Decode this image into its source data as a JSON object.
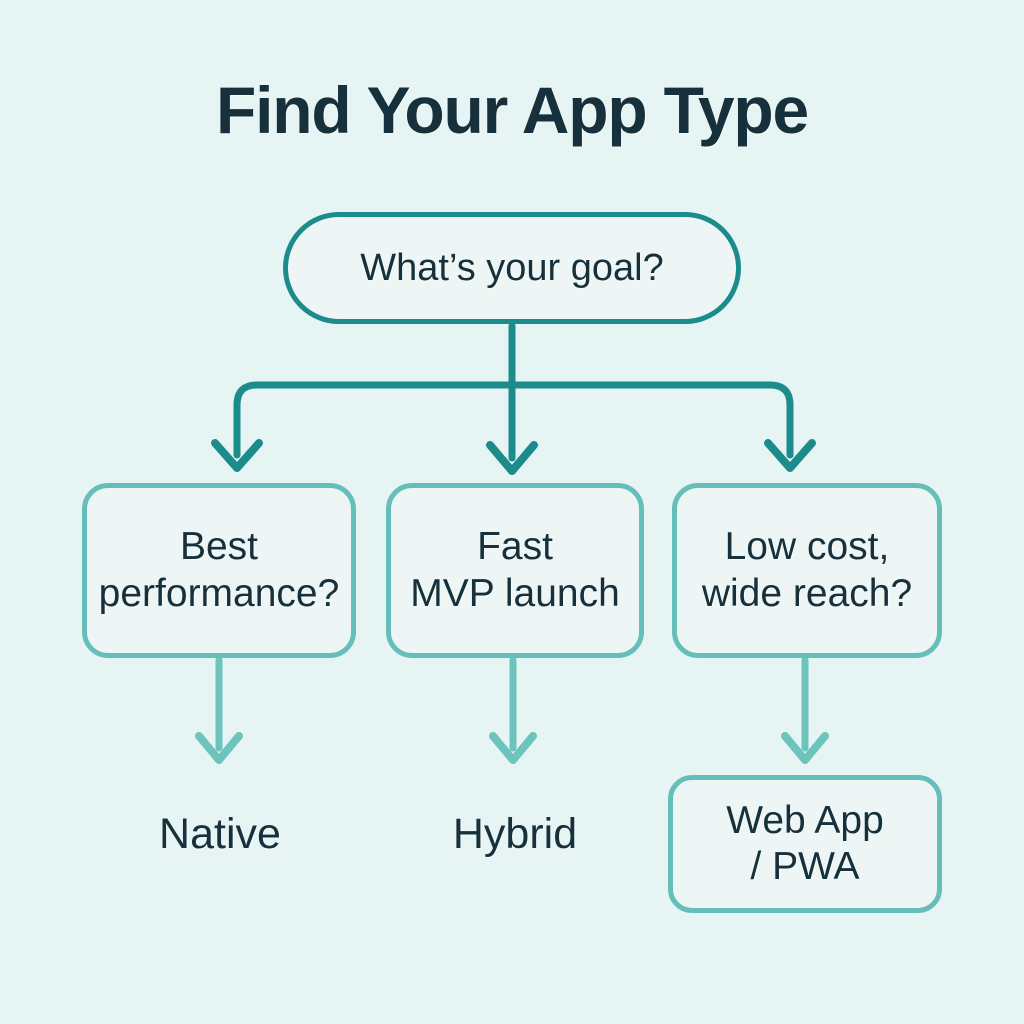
{
  "page": {
    "title": "Find Your App Type",
    "background_color": "#e7f4f4",
    "text_color": "#16303c",
    "primary_teal": "#1c8b8b",
    "secondary_teal": "#65bfb8",
    "node_fill": "#edf6f5"
  },
  "diagram": {
    "type": "flowchart",
    "root": {
      "id": "root",
      "label": "What’s your goal?",
      "shape": "pill",
      "border_color": "#1c8b8b"
    },
    "decisions": [
      {
        "id": "d1",
        "label": "Best\nperformance?",
        "shape": "rounded-rect",
        "border_color": "#65bfb8"
      },
      {
        "id": "d2",
        "label": "Fast\nMVP launch",
        "shape": "rounded-rect",
        "border_color": "#65bfb8"
      },
      {
        "id": "d3",
        "label": "Low cost,\nwide reach?",
        "shape": "rounded-rect",
        "border_color": "#65bfb8"
      }
    ],
    "outcomes": [
      {
        "id": "out1",
        "label": "Native",
        "shape": "text",
        "from": "d1"
      },
      {
        "id": "out2",
        "label": "Hybrid",
        "shape": "text",
        "from": "d2"
      },
      {
        "id": "out3",
        "label": "Web App\n/ PWA",
        "shape": "rounded-rect",
        "border_color": "#65bfb8",
        "from": "d3"
      }
    ],
    "edges": [
      {
        "from": "root",
        "to": "d1",
        "style": "elbow-arrow"
      },
      {
        "from": "root",
        "to": "d2",
        "style": "straight-arrow"
      },
      {
        "from": "root",
        "to": "d3",
        "style": "elbow-arrow"
      },
      {
        "from": "d1",
        "to": "out1",
        "style": "straight-arrow"
      },
      {
        "from": "d2",
        "to": "out2",
        "style": "straight-arrow"
      },
      {
        "from": "d3",
        "to": "out3",
        "style": "straight-arrow"
      }
    ]
  }
}
